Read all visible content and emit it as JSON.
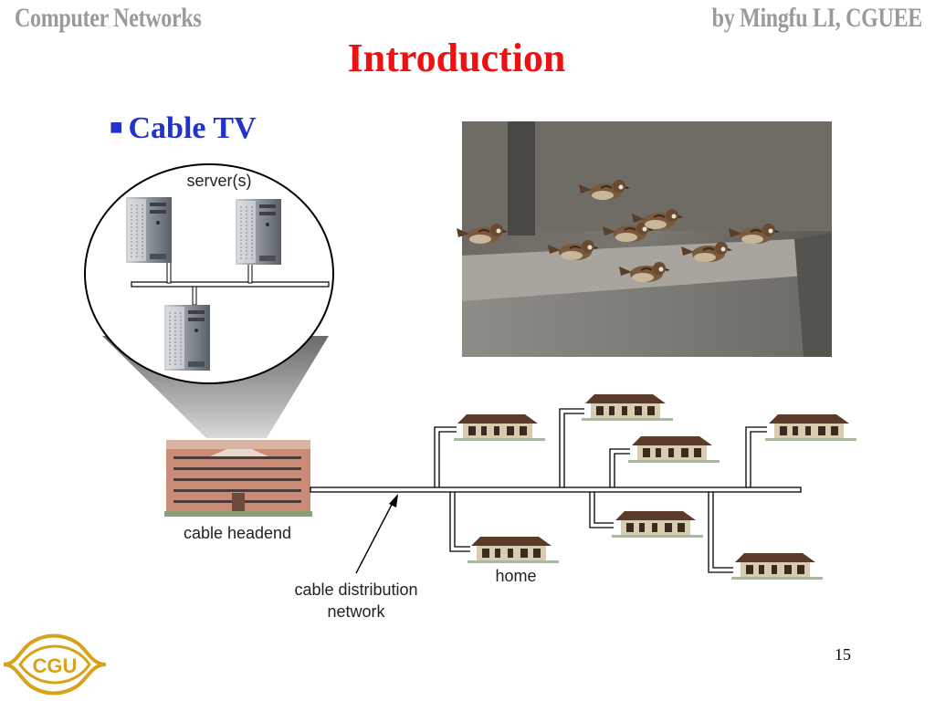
{
  "header": {
    "course": "Computer Networks",
    "author": "by Mingfu LI, CGUEE"
  },
  "slide": {
    "title": "Introduction",
    "bullet_marker": "■",
    "bullet_text": "Cable TV",
    "page_number": "15"
  },
  "diagram": {
    "servers_label": "server(s)",
    "headend_label": "cable headend",
    "network_label_line1": "cable distribution",
    "network_label_line2": "network",
    "home_label": "home"
  },
  "logo": {
    "text": "CGU"
  },
  "colors": {
    "title": "#ee1111",
    "bullet": "#2233cc",
    "header": "#9a9a9a",
    "logo": "#d9a21b"
  }
}
